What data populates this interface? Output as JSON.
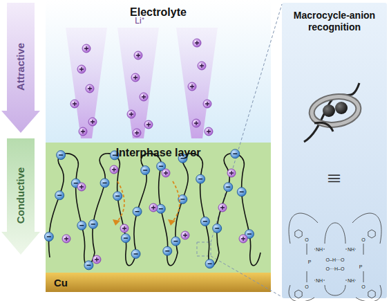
{
  "diagram": {
    "nodes": [
      {
        "text": [
          "Electrolyte"
        ]
      },
      {
        "text": [
          "Interphase layer"
        ]
      },
      {
        "text": [
          "Cu"
        ]
      },
      {
        "text": [
          "Macrocycle-anion recognition"
        ]
      }
    ],
    "labels": [
      "Attractive",
      "Conductive",
      "Li⁺",
      "|||",
      "O",
      "O",
      "NH",
      "NH",
      "P",
      "O–H···O",
      "P",
      "O···H–O",
      "NH",
      "NH",
      "O",
      "O"
    ]
  }
}
